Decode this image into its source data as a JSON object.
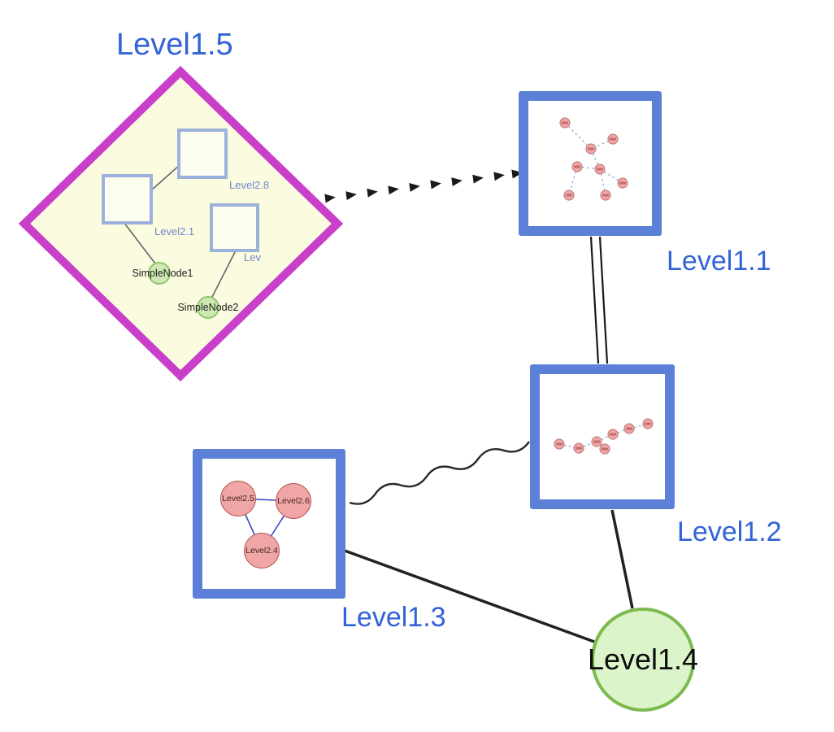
{
  "nodes": {
    "level1_5": "Level1.5",
    "level1_1": "Level1.1",
    "level1_2": "Level1.2",
    "level1_3": "Level1.3",
    "level1_4": "Level1.4"
  },
  "level1_5_children": {
    "level2_8": "Level2.8",
    "level2_1": "Level2.1",
    "level2_x": "Lev",
    "simple_node_1": "SimpleNode1",
    "simple_node_2": "SimpleNode2"
  },
  "level1_3_children": {
    "level2_5": "Level2.5",
    "level2_6": "Level2.6",
    "level2_4": "Level2.4"
  },
  "colors": {
    "label_blue": "#3263d6",
    "box_border_blue": "#5c80d8",
    "group_square_border": "#9db1dd",
    "diamond_magenta": "#c93fc9",
    "diamond_fill": "#fbfbdf",
    "simple_node_green": "#cfe9b4",
    "level1_4_fill": "#dcf4c9",
    "level1_4_border": "#7cb94e",
    "mini_node_pink": "#f0a6a6",
    "mini_edge_blue": "#8898d8",
    "triangle_edge_blue": "#3a46c8",
    "edge_black": "#1a1a1a"
  }
}
